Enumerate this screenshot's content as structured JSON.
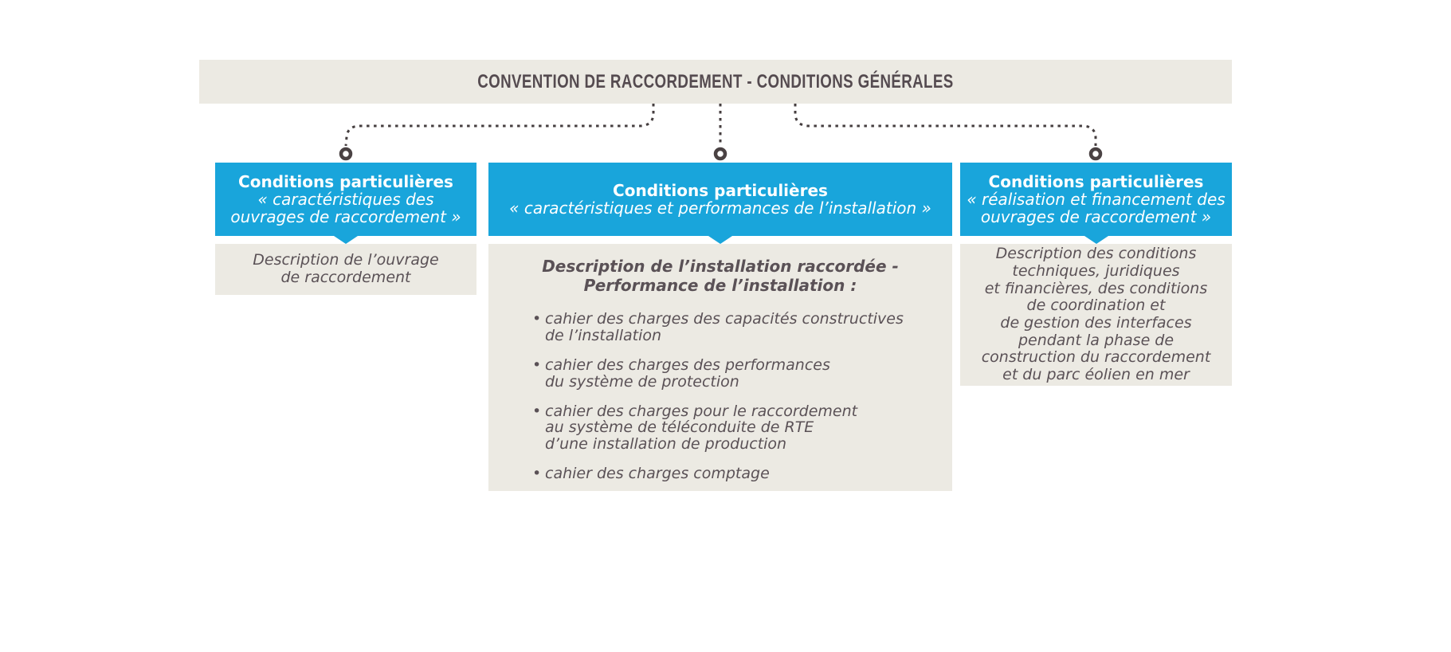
{
  "colors": {
    "accent_blue": "#19A5DB",
    "panel_beige": "#ECEAE3",
    "ink_dark": "#554B50",
    "connector_gray": "#453E3F"
  },
  "header": {
    "title": "CONVENTION DE RACCORDEMENT - CONDITIONS GÉNÉRALES"
  },
  "columns": [
    {
      "header": {
        "title": "Conditions particulières",
        "subtitle_lines": [
          "« caractéristiques des",
          "ouvrages de raccordement »"
        ]
      },
      "body": {
        "lines": [
          "Description de l’ouvrage",
          "de raccordement"
        ]
      }
    },
    {
      "header": {
        "title": "Conditions particulières",
        "subtitle_lines": [
          "« caractéristiques et performances de l’installation »"
        ]
      },
      "body": {
        "heading_lines": [
          "Description de l’installation raccordée -",
          "Performance de l’installation :"
        ],
        "bullet_char": "•",
        "bullets": [
          {
            "lines": [
              "cahier des charges des capacités constructives",
              "de l’installation"
            ]
          },
          {
            "lines": [
              "cahier des charges des performances",
              "du système de protection"
            ]
          },
          {
            "lines": [
              "cahier des charges pour le raccordement",
              "au système de téléconduite de RTE",
              "d’une installation de production"
            ]
          },
          {
            "lines": [
              "cahier des charges comptage"
            ]
          }
        ]
      }
    },
    {
      "header": {
        "title": "Conditions particulières",
        "subtitle_lines": [
          "« réalisation et financement des",
          "ouvrages de raccordement »"
        ]
      },
      "body": {
        "lines": [
          "Description des conditions",
          "techniques, juridiques",
          "et financières, des conditions",
          "de coordination et",
          "de gestion des interfaces",
          "pendant la phase de",
          "construction du raccordement",
          "et du parc éolien en mer"
        ]
      }
    }
  ]
}
